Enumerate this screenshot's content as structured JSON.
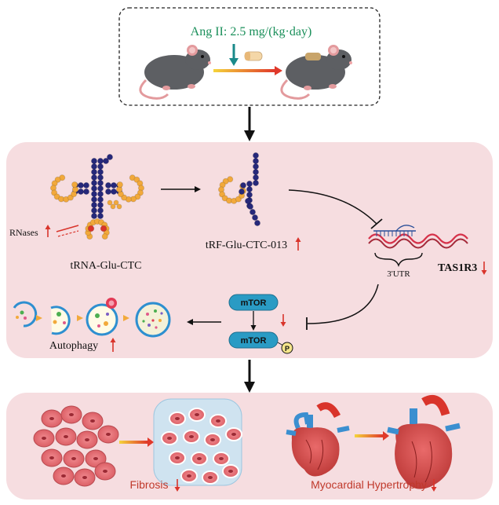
{
  "top_panel": {
    "dose_label": "Ang II: 2.5 mg/(kg·day)",
    "dose_color": "#1a8f5a"
  },
  "middle_panel": {
    "trna_label": "tRNA-Glu-CTC",
    "trf_label": "tRF-Glu-CTC-013",
    "rnases_label": "RNases",
    "utr_label": "3'UTR",
    "gene_label": "TAS1R3",
    "mtor_label": "mTOR",
    "mtor_p_label": "mTOR",
    "phospho_label": "P",
    "autophagy_label": "Autophagy",
    "panel_color": "#f6dde0"
  },
  "bottom_panel": {
    "fibrosis_label": "Fibrosis",
    "hypertrophy_label": "Myocardial Hypertrophy"
  },
  "colors": {
    "up_arrow": "#d9342b",
    "down_arrow": "#d9342b",
    "orange_bead": "#f2a93b",
    "blue_bead": "#26287a",
    "mtor_box": "#2a9bc4",
    "utr_strand": "#d6324a",
    "label_red": "#c0392b"
  }
}
